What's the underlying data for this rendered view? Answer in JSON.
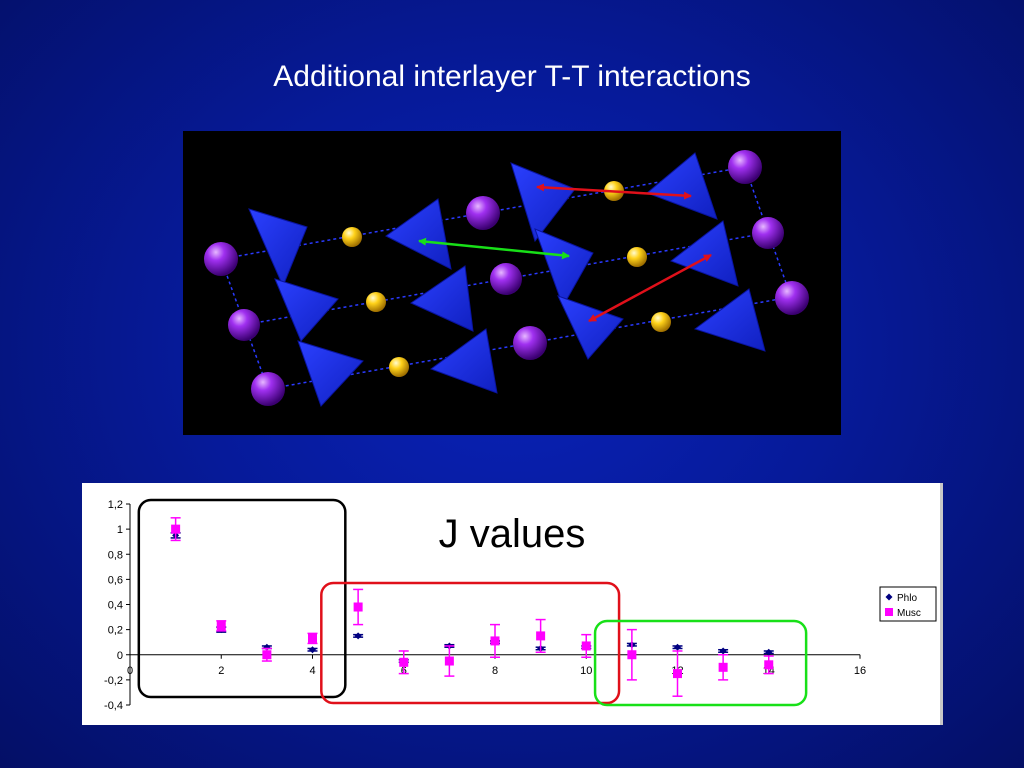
{
  "slide": {
    "title": "Additional interlayer T-T interactions"
  },
  "colors": {
    "background": "#061a99",
    "tetrahedron": "#1a2cff",
    "cation_purple": "#8a1fd6",
    "cation_yellow": "#ffd21a",
    "arrow_red": "#e0101a",
    "arrow_green": "#18e018",
    "series_phlo": "#000080",
    "series_musc": "#ff00ff",
    "box_black": "#000000",
    "box_red": "#e0101a",
    "box_green": "#18e018"
  },
  "chart_data": {
    "type": "scatter",
    "title": "J values",
    "xlabel": "",
    "ylabel": "",
    "xlim": [
      0,
      16
    ],
    "ylim": [
      -0.4,
      1.2
    ],
    "x_ticks": [
      "0",
      "2",
      "4",
      "6",
      "8",
      "10",
      "12",
      "14",
      "16"
    ],
    "y_ticks": [
      "-0,4",
      "-0,2",
      "0",
      "0,2",
      "0,4",
      "0,6",
      "0,8",
      "1",
      "1,2"
    ],
    "grid": false,
    "legend_position": "right",
    "series": [
      {
        "name": "Phlo",
        "marker": "diamond",
        "points": [
          {
            "x": 1,
            "y": 0.95,
            "err": 0.02
          },
          {
            "x": 2,
            "y": 0.2,
            "err": 0.02
          },
          {
            "x": 3,
            "y": 0.06,
            "err": 0.01
          },
          {
            "x": 4,
            "y": 0.04,
            "err": 0.01
          },
          {
            "x": 5,
            "y": 0.15,
            "err": 0.01
          },
          {
            "x": 6,
            "y": -0.05,
            "err": 0.01
          },
          {
            "x": 7,
            "y": 0.07,
            "err": 0.01
          },
          {
            "x": 8,
            "y": 0.1,
            "err": 0.01
          },
          {
            "x": 9,
            "y": 0.05,
            "err": 0.01
          },
          {
            "x": 10,
            "y": 0.06,
            "err": 0.01
          },
          {
            "x": 11,
            "y": 0.08,
            "err": 0.01
          },
          {
            "x": 12,
            "y": 0.06,
            "err": 0.01
          },
          {
            "x": 13,
            "y": 0.03,
            "err": 0.01
          },
          {
            "x": 14,
            "y": 0.02,
            "err": 0.01
          }
        ]
      },
      {
        "name": "Musc",
        "marker": "square",
        "points": [
          {
            "x": 1,
            "y": 1.0,
            "err": 0.09
          },
          {
            "x": 2,
            "y": 0.23,
            "err": 0.04
          },
          {
            "x": 3,
            "y": 0.0,
            "err": 0.05
          },
          {
            "x": 4,
            "y": 0.13,
            "err": 0.04
          },
          {
            "x": 5,
            "y": 0.38,
            "err": 0.14
          },
          {
            "x": 6,
            "y": -0.06,
            "err": 0.09
          },
          {
            "x": 7,
            "y": -0.05,
            "err": 0.12
          },
          {
            "x": 8,
            "y": 0.11,
            "err": 0.13
          },
          {
            "x": 9,
            "y": 0.15,
            "err": 0.13
          },
          {
            "x": 10,
            "y": 0.07,
            "err": 0.09
          },
          {
            "x": 11,
            "y": 0.0,
            "err": 0.2
          },
          {
            "x": 12,
            "y": -0.15,
            "err": 0.18
          },
          {
            "x": 13,
            "y": -0.1,
            "err": 0.1
          },
          {
            "x": 14,
            "y": -0.08,
            "err": 0.07
          }
        ]
      }
    ],
    "highlight_boxes": [
      {
        "name": "black-group-box",
        "x_from": 0.5,
        "x_to": 4.5,
        "color": "#000000"
      },
      {
        "name": "red-group-box",
        "x_from": 4.5,
        "x_to": 10.5,
        "color": "#e0101a"
      },
      {
        "name": "green-group-box",
        "x_from": 10.5,
        "x_to": 14.6,
        "color": "#18e018"
      }
    ]
  }
}
